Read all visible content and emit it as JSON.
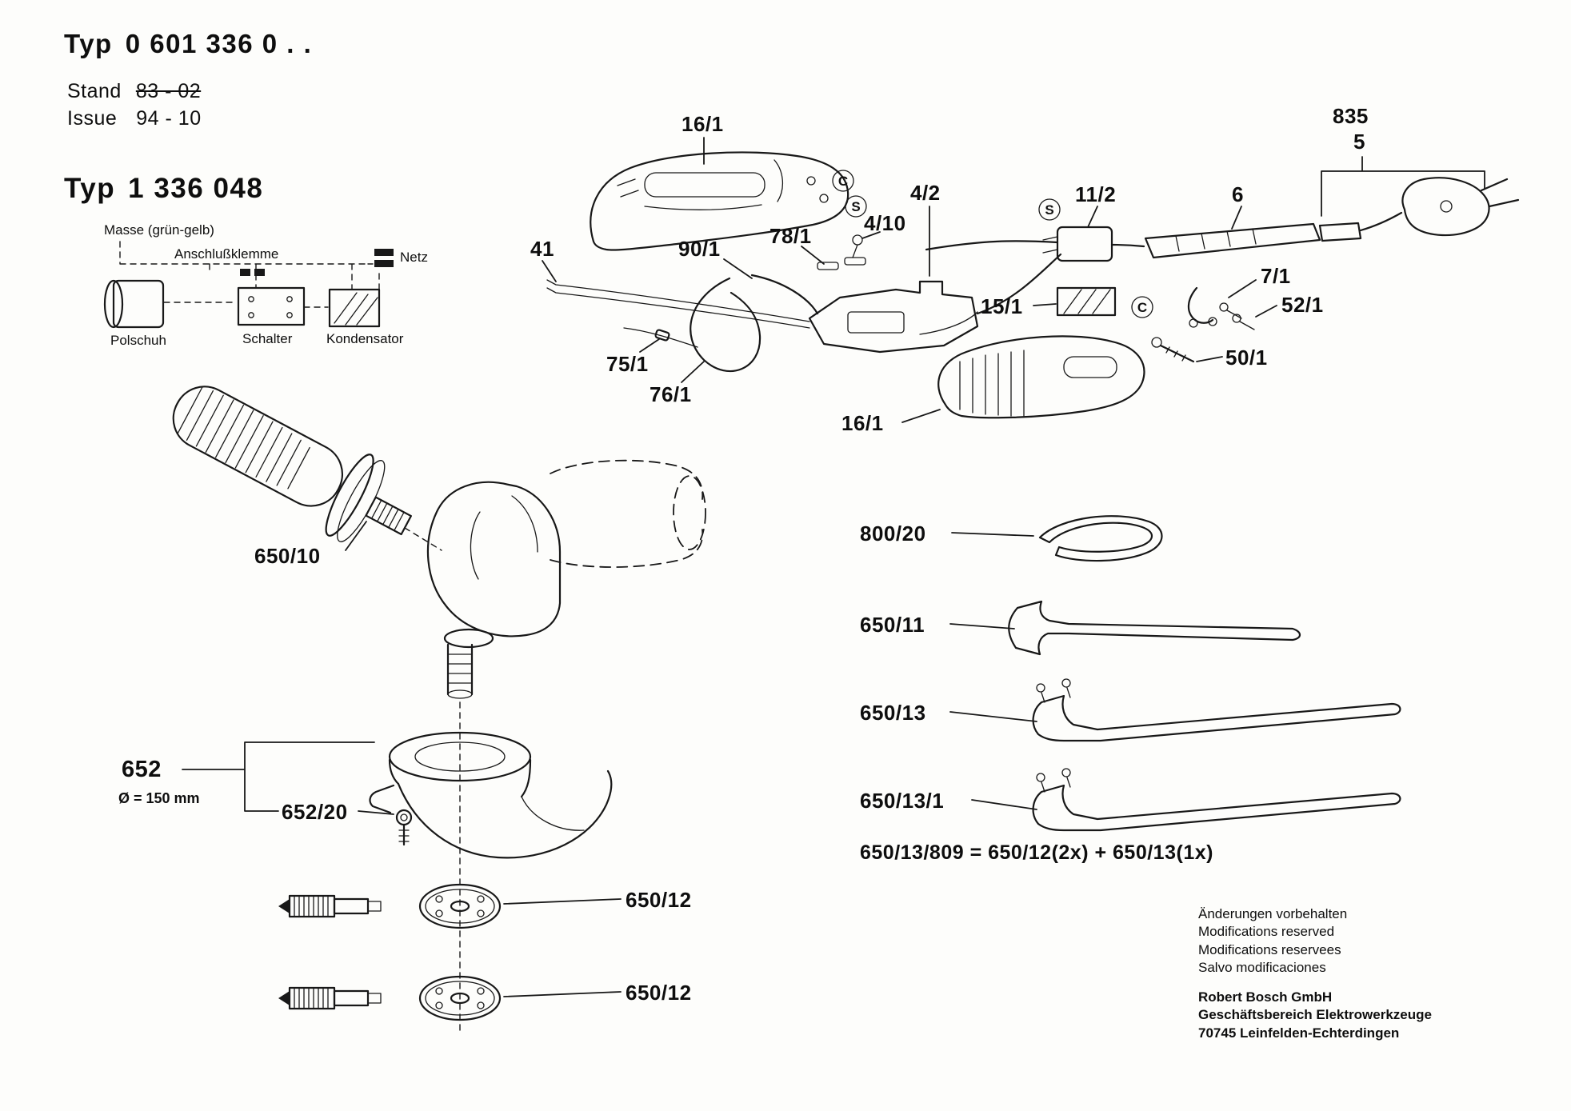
{
  "header": {
    "typ_label": "Typ",
    "typ1_value": "0 601 336 0 . .",
    "stand_label": "Stand",
    "stand_value": "83 - 02",
    "issue_label": "Issue",
    "issue_value": "94 - 10",
    "typ2_value": "1 336 048"
  },
  "wiring": {
    "masse": "Masse (grün-gelb)",
    "anschlussklemme": "Anschlußklemme",
    "netz": "Netz",
    "polschuh": "Polschuh",
    "schalter": "Schalter",
    "kondensator": "Kondensator"
  },
  "symbols": {
    "c": "C",
    "s": "S"
  },
  "callouts": {
    "housing_top": "16/1",
    "cord_set": "835",
    "cord_set_sub": "5",
    "switch_insert": "4/2",
    "screw_4_10": "4/10",
    "suppression_capacitor": "11/2",
    "cord_sleeve": "6",
    "wire_41": "41",
    "field_lead": "90/1",
    "lead_78": "78/1",
    "clip_7": "7/1",
    "screw_52": "52/1",
    "carbon_brush": "15/1",
    "screw_50": "50/1",
    "connector_75": "75/1",
    "cable_76": "76/1",
    "housing_bottom": "16/1",
    "aux_handle": "650/10",
    "wire_spanner": "800/20",
    "open_wrench": "650/11",
    "pin_spanner": "650/13",
    "pin_spanner_variant": "650/13/1",
    "tool_set_formula": "650/13/809 = 650/12(2x) + 650/13(1x)",
    "guard": "652",
    "guard_diameter": "Ø = 150 mm",
    "guard_screw": "652/20",
    "flange_upper": "650/12",
    "flange_lower": "650/12"
  },
  "footer": {
    "notes": [
      "Änderungen vorbehalten",
      "Modifications reserved",
      "Modifications reservees",
      "Salvo modificaciones"
    ],
    "company": [
      "Robert Bosch GmbH",
      "Geschäftsbereich Elektrowerkzeuge",
      "70745 Leinfelden-Echterdingen"
    ]
  }
}
